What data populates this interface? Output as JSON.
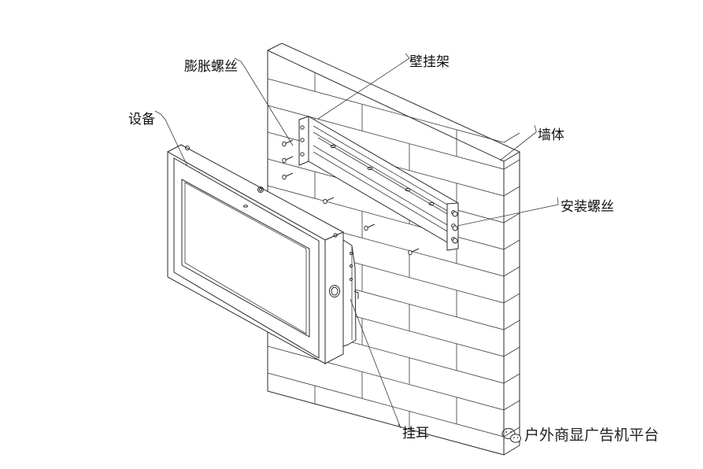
{
  "labels": {
    "expansion_screw": "膨胀螺丝",
    "wall_bracket": "壁挂架",
    "device": "设备",
    "wall": "墙体",
    "mounting_screw": "安装螺丝",
    "hanging_ear": "挂耳"
  },
  "watermark": {
    "text": "户外商显广告机平台",
    "icon": "wechat-icon"
  },
  "colors": {
    "line": "#2a2a2a",
    "background": "#ffffff"
  }
}
